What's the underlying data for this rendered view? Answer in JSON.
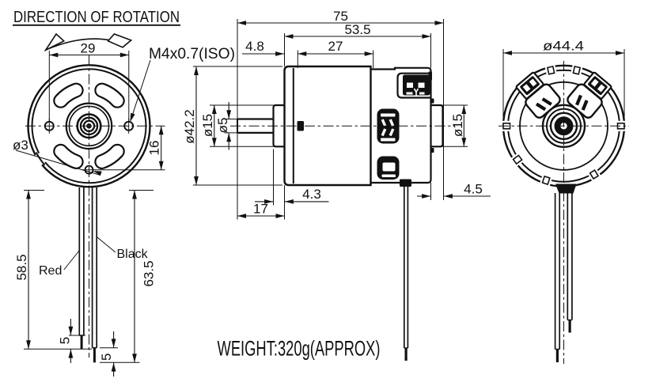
{
  "title": "DIRECTION OF ROTATION",
  "weight_note": "WEIGHT:320g(APPROX)",
  "front_view": {
    "dims": {
      "mount_spacing": "29",
      "thread_label": "M4x0.7(ISO)",
      "pilot_hole": "ø3",
      "hole_offset": "16",
      "red_wire_length": "58.5",
      "black_wire_length": "63.5",
      "red_strip": "5",
      "black_strip": "5"
    },
    "wire_labels": {
      "red": "Red",
      "black": "Black"
    }
  },
  "side_view": {
    "dims": {
      "overall_length": "75",
      "body_length": "53.5",
      "front_step": "4.8",
      "can_section": "27",
      "body_diameter": "ø42.2",
      "front_boss_diameter": "ø15",
      "shaft_diameter": "ø5",
      "rear_boss_diameter": "ø15",
      "boss_length": "4.3",
      "shaft_length": "17",
      "rear_boss_length": "4.5"
    }
  },
  "rear_view": {
    "dims": {
      "outer_diameter": "ø44.4"
    }
  },
  "colors": {
    "ink": "#111111",
    "background": "#ffffff"
  }
}
